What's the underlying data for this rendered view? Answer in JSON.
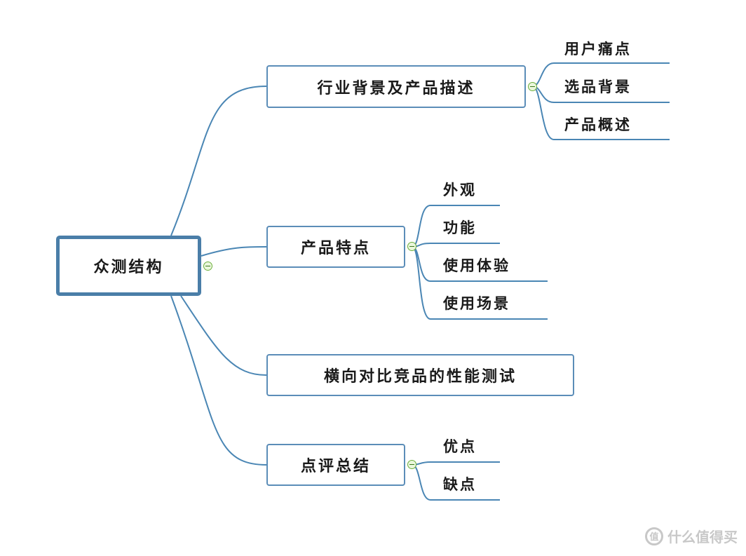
{
  "mindmap": {
    "root": "众测结构",
    "branches": [
      {
        "label": "行业背景及产品描述",
        "children": [
          "用户痛点",
          "选品背景",
          "产品概述"
        ]
      },
      {
        "label": "产品特点",
        "children": [
          "外观",
          "功能",
          "使用体验",
          "使用场景"
        ]
      },
      {
        "label": "横向对比竞品的性能测试",
        "children": []
      },
      {
        "label": "点评总结",
        "children": [
          "优点",
          "缺点"
        ]
      }
    ]
  },
  "watermark": {
    "text": "什么值得买",
    "logo": "值"
  },
  "colors": {
    "line": "#4a86b4",
    "border": "#5b8db8",
    "collapse": "#6cae3c"
  }
}
